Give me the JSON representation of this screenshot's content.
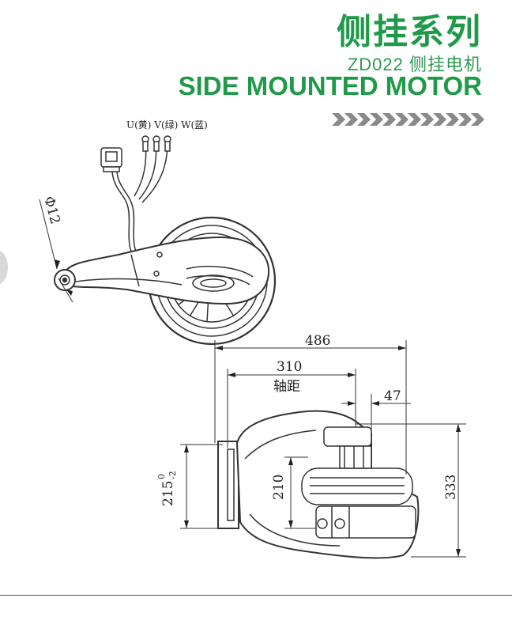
{
  "header": {
    "series_title": "侧挂系列",
    "model_line": "ZD022 侧挂电机",
    "title_en": "SIDE MOUNTED MOTOR",
    "accent_color": "#1f9a48"
  },
  "wiring": {
    "phase_labels": "U(黄) V(绿) W(蓝)"
  },
  "dimensions": {
    "pivot_diameter": "Φ12",
    "overall_length": "486",
    "axle_distance": "310",
    "axle_distance_label": "轴距",
    "offset": "47",
    "mount_height_base": "215",
    "mount_tol_upper": "0",
    "mount_tol_lower": "-2",
    "pulley_height": "210",
    "overall_height": "333"
  }
}
